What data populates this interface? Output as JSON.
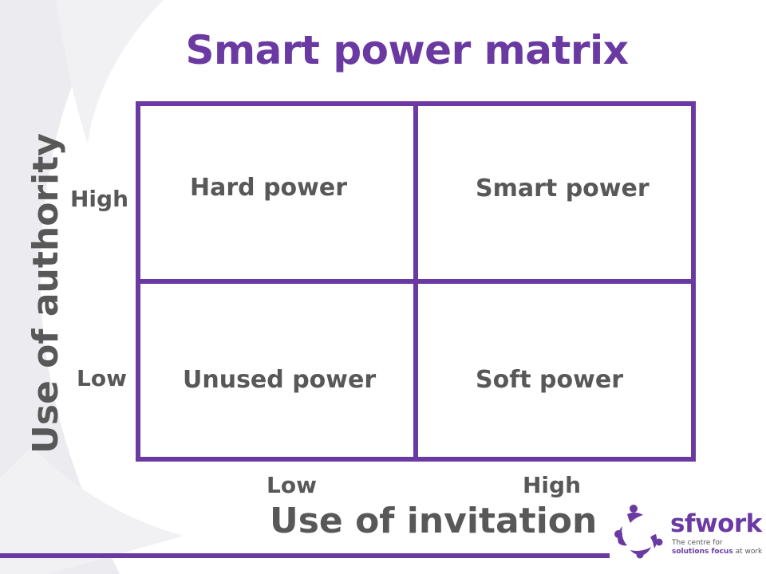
{
  "title": "Smart power matrix",
  "colors": {
    "accent": "#6a3aa2",
    "text": "#585858",
    "background_swirl": "#ececf0"
  },
  "quadrants": {
    "top_left": "Hard power",
    "top_right": "Smart power",
    "bottom_left": "Unused power",
    "bottom_right": "Soft power"
  },
  "y_axis": {
    "title": "Use of authority",
    "high": "High",
    "low": "Low"
  },
  "x_axis": {
    "title": "Use of invitation",
    "low": "Low",
    "high": "High"
  },
  "logo": {
    "name": "sfwork",
    "tagline_line1": "The centre for",
    "tagline_bold": "solutions focus",
    "tagline_rest": "at work",
    "icon": "people-circle-icon"
  }
}
